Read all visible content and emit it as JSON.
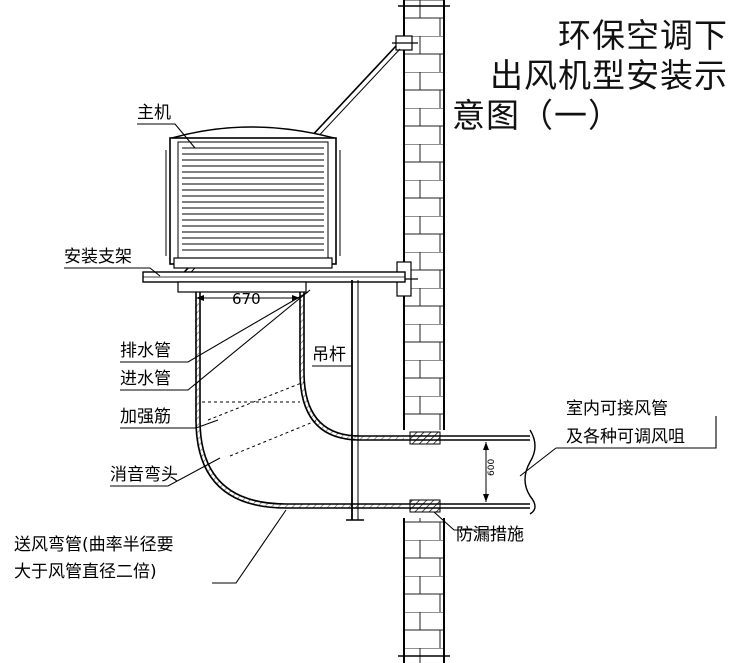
{
  "title": {
    "lines": [
      "环保空调下",
      "出风机型安装示",
      "意图（一）"
    ]
  },
  "labels": {
    "main_unit": "主机",
    "bracket": "安装支架",
    "drain_pipe": "排水管",
    "inlet_pipe": "进水管",
    "stiffener": "加强筋",
    "silencer_elbow": "消音弯头",
    "supply_elbow_line1": "送风弯管(曲率半径要",
    "supply_elbow_line2": "大于风管直径二倍)",
    "hanger_rod": "吊杆",
    "indoor_duct_line1": "室内可接风管",
    "indoor_duct_line2": "及各种可调风咀",
    "leak_prevention": "防漏措施"
  },
  "dimensions": {
    "outlet_width": "670",
    "duct_height": "600"
  }
}
